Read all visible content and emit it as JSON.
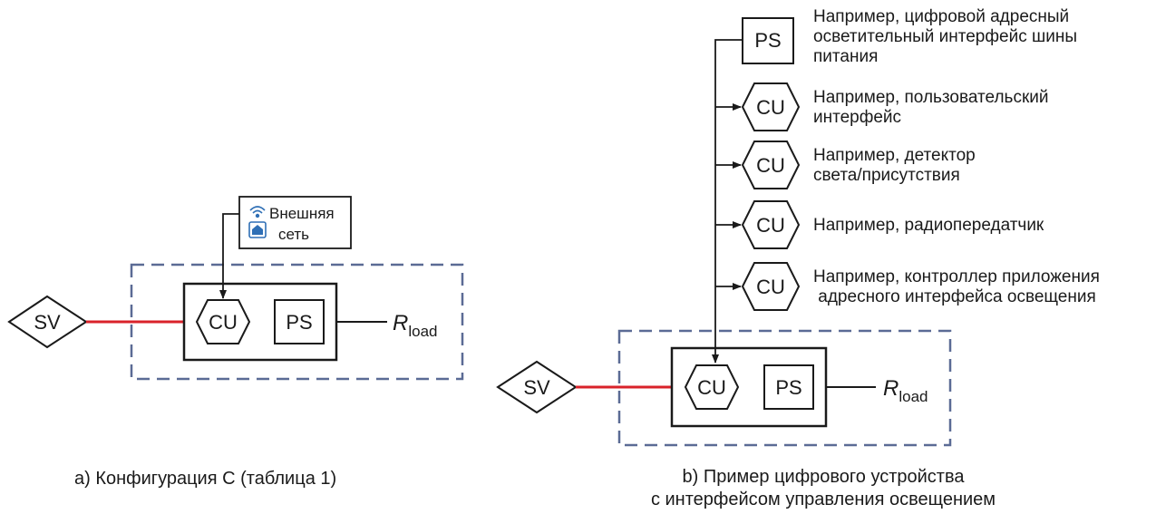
{
  "panel_a": {
    "caption": "a) Конфигурация С (таблица 1)",
    "source": "SV",
    "control_unit": "CU",
    "power_supply": "PS",
    "load": {
      "symbol": "R",
      "subscript": "load"
    },
    "external_network": {
      "line1": "Внешняя",
      "line2": "сеть"
    }
  },
  "panel_b": {
    "caption": {
      "line1": "b) Пример цифрового устройства",
      "line2": "с интерфейсом управления освещением"
    },
    "source": "SV",
    "control_unit": "CU",
    "power_supply": "PS",
    "load": {
      "symbol": "R",
      "subscript": "load"
    },
    "bus_devices": [
      {
        "label": "PS",
        "note": [
          "Например, цифровой адресный",
          "осветительный интерфейс шины",
          "питания"
        ]
      },
      {
        "label": "CU",
        "note": [
          "Например, пользовательский",
          "интерфейс"
        ]
      },
      {
        "label": "CU",
        "note": [
          "Например, детектор",
          "света/присутствия"
        ]
      },
      {
        "label": "CU",
        "note": [
          "Например, радиопередатчик"
        ]
      },
      {
        "label": "CU",
        "note": [
          "Например, контроллер приложения",
          " адресного интерфейса освещения"
        ]
      }
    ]
  },
  "colors": {
    "line": "#1a1a1a",
    "power_line": "#d9222a",
    "dashed_border": "#5b6b95",
    "router_icon": "#2f6fb5"
  }
}
